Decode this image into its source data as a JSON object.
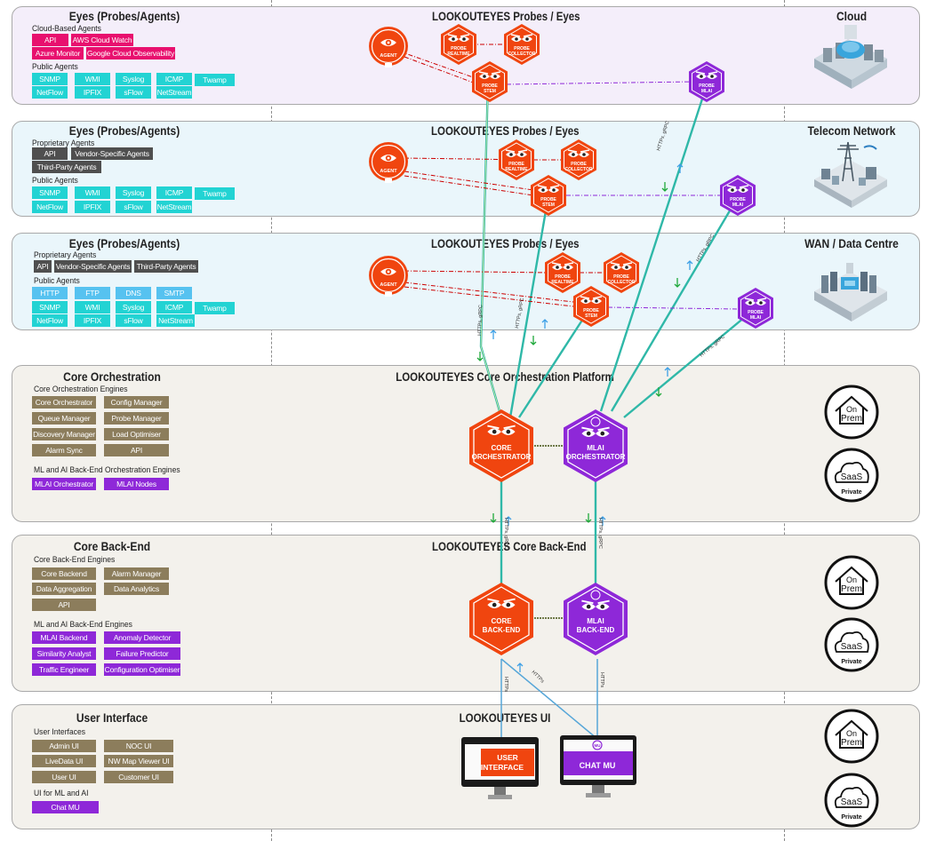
{
  "sections": {
    "cloud": {
      "left_title": "Eyes (Probes/Agents)",
      "center_title": "LOOKOUTEYES Probes / Eyes",
      "right_title": "Cloud",
      "group1_label": "Cloud-Based Agents",
      "group2_label": "Public Agents"
    },
    "telecom": {
      "left_title": "Eyes (Probes/Agents)",
      "center_title": "LOOKOUTEYES Probes / Eyes",
      "right_title": "Telecom Network",
      "group1_label": "Proprietary Agents",
      "group2_label": "Public Agents"
    },
    "wan": {
      "left_title": "Eyes (Probes/Agents)",
      "center_title": "LOOKOUTEYES Probes / Eyes",
      "right_title": "WAN / Data Centre",
      "group1_label": "Proprietary Agents",
      "group2_label": "Public Agents"
    },
    "orchestration": {
      "left_title": "Core Orchestration",
      "center_title": "LOOKOUTEYES Core Orchestration Platform",
      "group1_label": "Core Orchestration Engines",
      "group2_label": "ML and AI Back-End Orchestration Engines"
    },
    "backend": {
      "left_title": "Core Back-End",
      "center_title": "LOOKOUTEYES Core Back-End",
      "group1_label": "Core Back-End Engines",
      "group2_label": "ML and AI Back-End Engines"
    },
    "ui": {
      "left_title": "User Interface",
      "center_title": "LOOKOUTEYES UI",
      "group1_label": "User Interfaces",
      "group2_label": "UI for ML and AI"
    }
  },
  "tags": {
    "cloud": [
      "API",
      "AWS Cloud Watch",
      "Azure Monitor",
      "Google Cloud Observability",
      "SNMP",
      "WMI",
      "Syslog",
      "ICMP",
      "Twamp",
      "NetFlow",
      "IPFIX",
      "sFlow",
      "NetStream"
    ],
    "telecom": [
      "API",
      "Vendor-Specific Agents",
      "Third-Party Agents",
      "SNMP",
      "WMI",
      "Syslog",
      "ICMP",
      "Twamp",
      "NetFlow",
      "IPFIX",
      "sFlow",
      "NetStream"
    ],
    "wan": [
      "API",
      "Vendor-Specific Agents",
      "Third-Party Agents",
      "HTTP",
      "FTP",
      "DNS",
      "SMTP",
      "SNMP",
      "WMI",
      "Syslog",
      "ICMP",
      "Twamp",
      "NetFlow",
      "IPFIX",
      "sFlow",
      "NetStream"
    ],
    "orchestration": [
      "Core Orchestrator",
      "Config Manager",
      "Queue Manager",
      "Probe Manager",
      "Discovery Manager",
      "Load Optimiser",
      "Alarm Sync",
      "API",
      "MLAI Orchestrator",
      "MLAI Nodes"
    ],
    "backend": [
      "Core Backend",
      "Alarm Manager",
      "Data Aggregation",
      "Data Analytics",
      "API",
      "MLAI Backend",
      "Anomaly Detector",
      "Similarity Analyst",
      "Failure Predictor",
      "Traffic Engineer",
      "Configuration Optimiser"
    ],
    "ui": [
      "Admin UI",
      "NOC UI",
      "LiveData UI",
      "NW Map Viewer UI",
      "User UI",
      "Customer UI",
      "Chat MU"
    ]
  },
  "nodes": {
    "agent": "AGENT",
    "probe": "PROBE",
    "realtime": "REALTIME",
    "collector": "COLLECTOR",
    "stem": "STEM",
    "mlai": "MLAI",
    "core_orch_1": "CORE",
    "core_orch_2": "ORCHESTRATOR",
    "mlai_orch_1": "MLAI",
    "mlai_orch_2": "ORCHESTRATOR",
    "core_be_1": "CORE",
    "core_be_2": "BACK-END",
    "mlai_be_1": "MLAI",
    "mlai_be_2": "BACK-END",
    "user_interface_1": "USER",
    "user_interface_2": "INTERFACE",
    "chat_mu": "CHAT MU",
    "mu_badge": "MU"
  },
  "links": {
    "https_grpc": "HTTPs, gRPC",
    "https": "HTTPs"
  },
  "deployment": {
    "on": "On",
    "prem": "Prem",
    "saas": "SaaS",
    "private": "Private"
  },
  "colors": {
    "orange": "#f0450f",
    "purple": "#8e28d8",
    "pink": "#e8106e",
    "cyan": "#22d3d3",
    "brown": "#8c7d5c",
    "teal_link": "#2fb8a8",
    "band_cloud": "#f4eefa",
    "band_telecom": "#eaf6fb",
    "band_core": "#f3f1ec"
  },
  "icons": [
    "eye-icon",
    "cloud-datacenter-icon",
    "telecom-tower-icon",
    "server-room-icon",
    "house-icon",
    "cloud-icon",
    "monitor-icon"
  ]
}
